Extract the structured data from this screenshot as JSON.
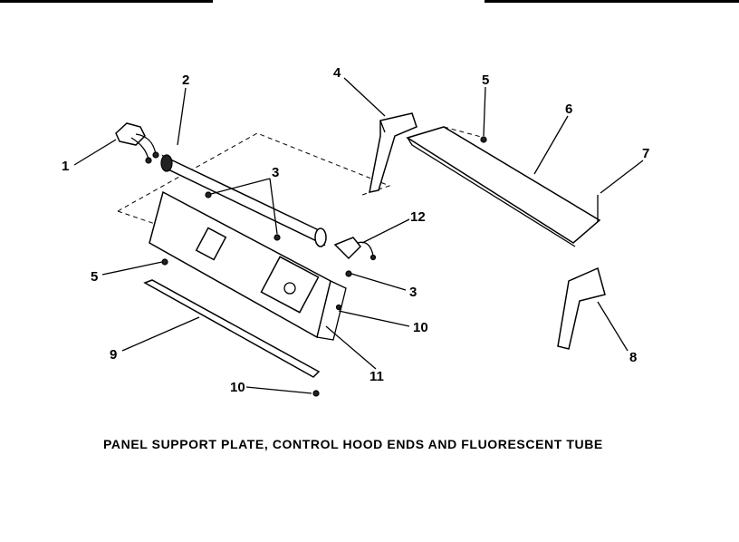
{
  "header": {
    "left": "",
    "right": ""
  },
  "caption": "PANEL SUPPORT PLATE, CONTROL HOOD ENDS AND FLUORESCENT TUBE",
  "callouts": {
    "c1": "1",
    "c2": "2",
    "c3a": "3",
    "c3b": "3",
    "c4": "4",
    "c5a": "5",
    "c5b": "5",
    "c6": "6",
    "c7": "7",
    "c8": "8",
    "c9": "9",
    "c10a": "10",
    "c10b": "10",
    "c11": "11",
    "c12": "12"
  }
}
